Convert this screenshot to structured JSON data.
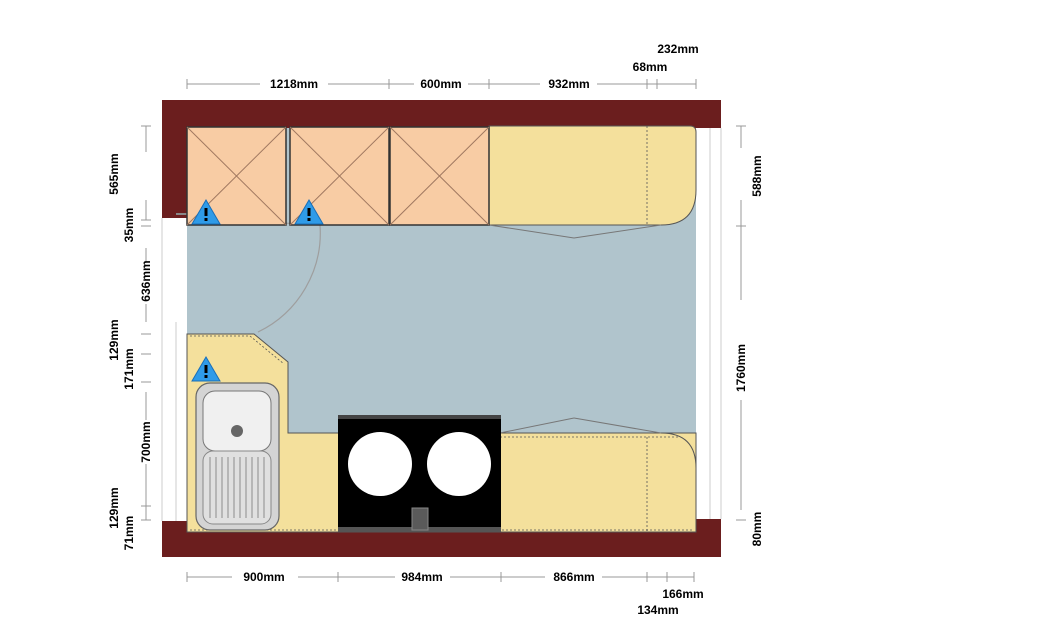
{
  "plan": {
    "colors": {
      "wall": "#6b1e1e",
      "floor": "#b0c4cc",
      "wall_cabinet": "#f8cca4",
      "worktop": "#f4e09c",
      "hob": "#000000",
      "warning": "#2f9be8",
      "dimension_line": "#999999"
    },
    "icons": [
      "warning-icon",
      "sink-icon",
      "hob-icon",
      "door-swing-icon"
    ],
    "dimensions": {
      "top": [
        "1218mm",
        "600mm",
        "932mm",
        "68mm",
        "232mm"
      ],
      "bottom": [
        "900mm",
        "984mm",
        "866mm",
        "134mm",
        "166mm"
      ],
      "left": [
        "565mm",
        "35mm",
        "636mm",
        "129mm",
        "171mm",
        "700mm",
        "129mm",
        "71mm"
      ],
      "right": [
        "588mm",
        "1760mm",
        "80mm"
      ]
    }
  }
}
